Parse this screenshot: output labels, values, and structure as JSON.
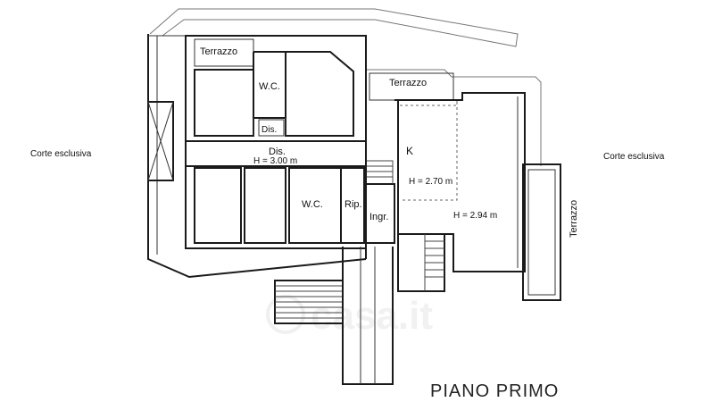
{
  "title": "PIANO PRIMO",
  "watermark": "casa.it",
  "labels": {
    "corte_left": "Corte esclusiva",
    "corte_right": "Corte esclusiva",
    "terrazzo_top": "Terrazzo",
    "terrazzo_mid": "Terrazzo",
    "terrazzo_right": "Terrazzo",
    "wc_top": "W.C.",
    "dis_small": "Dis.",
    "dis_corridor": "Dis.",
    "h_corridor": "H = 3.00 m",
    "wc_bottom": "W.C.",
    "rip": "Rip.",
    "ingr": "Ingr.",
    "k": "K",
    "h_kitchen": "H = 2.70 m",
    "h_living": "H = 2.94 m"
  }
}
